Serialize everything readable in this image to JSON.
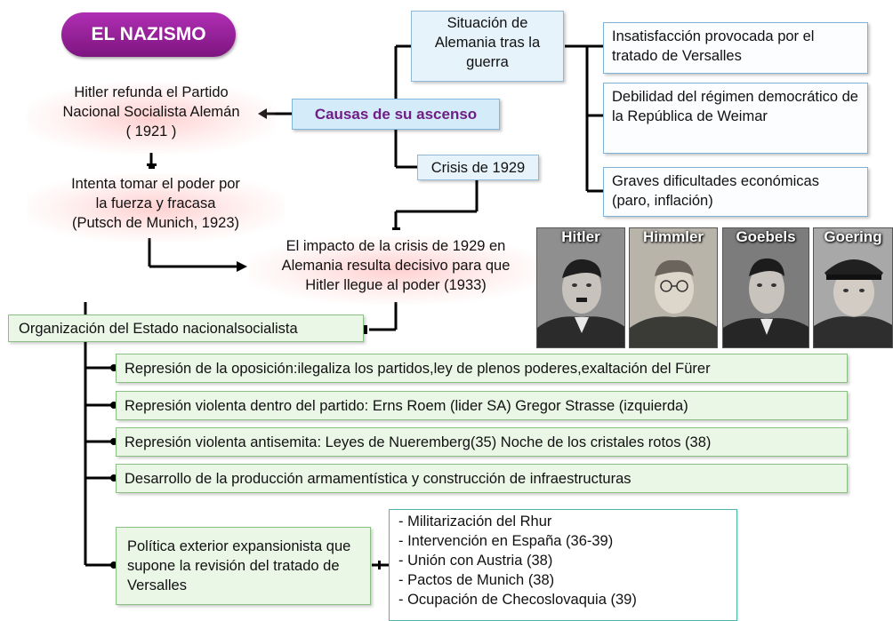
{
  "title": "EL NAZISMO",
  "left_column": {
    "refunda": [
      "Hitler refunda el Partido",
      "Nacional Socialista Alemán",
      "( 1921 )"
    ],
    "intenta": [
      "Intenta tomar el poder por",
      "la fuerza y fracasa",
      "(Putsch de Munich, 1923)"
    ]
  },
  "causas_label": "Causas de su ascenso",
  "situacion": "Situación de Alemania tras la guerra",
  "crisis": "Crisis de 1929",
  "causes": [
    "Insatisfacción provocada por el tratado de Versalles",
    "Debilidad del régimen democrático de la República de Weimar",
    "Graves dificultades económicas (paro, inflación)"
  ],
  "impacto": [
    "El impacto de la crisis de 1929 en",
    "Alemania resulta decisivo para que",
    "Hitler llegue al poder (1933)"
  ],
  "photos": [
    {
      "name": "Hitler",
      "icon": "portrait-hitler-icon"
    },
    {
      "name": "Himmler",
      "icon": "portrait-himmler-icon"
    },
    {
      "name": "Goebels",
      "icon": "portrait-goebels-icon"
    },
    {
      "name": "Goering",
      "icon": "portrait-goering-icon"
    }
  ],
  "organizacion": "Organización del Estado nacionalsocialista",
  "policies": [
    "Represión de la oposición:ilegaliza los partidos,ley de plenos poderes,exaltación del Fürer",
    "Represión violenta dentro del partido: Erns Roem (lider SA) Gregor Strasse (izquierda)",
    "Represión violenta antisemita: Leyes de Nueremberg(35) Noche de los cristales rotos (38)",
    "Desarrollo de la producción armamentística y construcción de infraestructuras"
  ],
  "politica_exterior": "Política exterior expansionista que supone la revisión del tratado de Versalles",
  "exterior_items": [
    "- Militarización del Rhur",
    "- Intervención en España (36-39)",
    "- Unión con Austria (38)",
    "- Pactos de Munich (38)",
    "- Ocupación de Checoslovaquia (39)"
  ]
}
